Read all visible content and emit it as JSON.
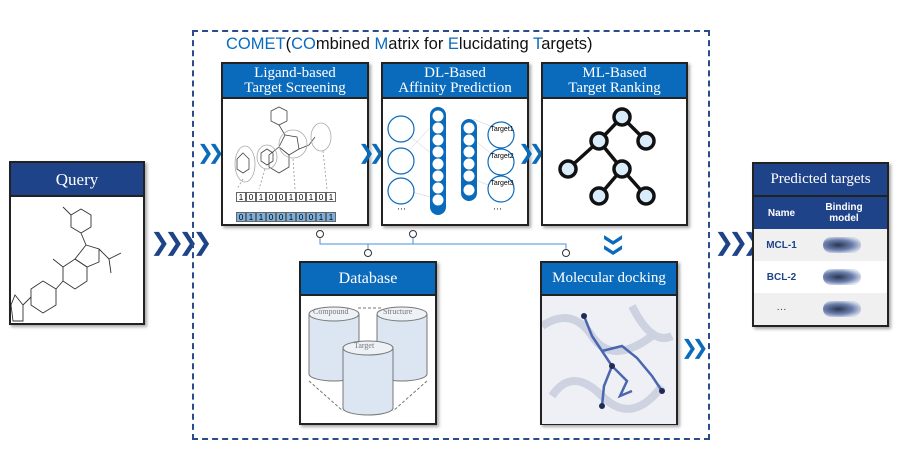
{
  "query": {
    "title": "Query"
  },
  "comet": {
    "acronym": "COMET",
    "open": "(",
    "parts": [
      {
        "cap": "CO",
        "rest": "mbined "
      },
      {
        "cap": "M",
        "rest": "atrix for "
      },
      {
        "cap": "E",
        "rest": "lucidating "
      },
      {
        "cap": "T",
        "rest": "argets"
      }
    ],
    "close": ")"
  },
  "panels": {
    "ligand": {
      "line1": "Ligand-based",
      "line2": "Target Screening",
      "bits_top": [
        "1",
        "0",
        "1",
        "0",
        "0",
        "1",
        "0",
        "1",
        "0",
        "1"
      ],
      "bits_bottom": [
        "0",
        "1",
        "1",
        "0",
        "0",
        "1",
        "0",
        "0",
        "1",
        "1"
      ]
    },
    "dl": {
      "line1": "DL-Based",
      "line2": "Affinity Prediction",
      "targets": [
        "Target1",
        "Target2",
        "Target3"
      ],
      "ellipsis": "···"
    },
    "ml": {
      "line1": "ML-Based",
      "line2": "Target Ranking"
    },
    "database": {
      "title": "Database",
      "dbs": [
        "Compound",
        "Structure",
        "Target"
      ]
    },
    "docking": {
      "title": "Molecular docking"
    }
  },
  "predicted": {
    "title": "Predicted targets",
    "col_name": "Name",
    "col_model": "Binding model",
    "rows": [
      "MCL-1",
      "BCL-2",
      "···"
    ]
  },
  "colors": {
    "navy": "#1f4388",
    "blue": "#0a6bbd"
  }
}
